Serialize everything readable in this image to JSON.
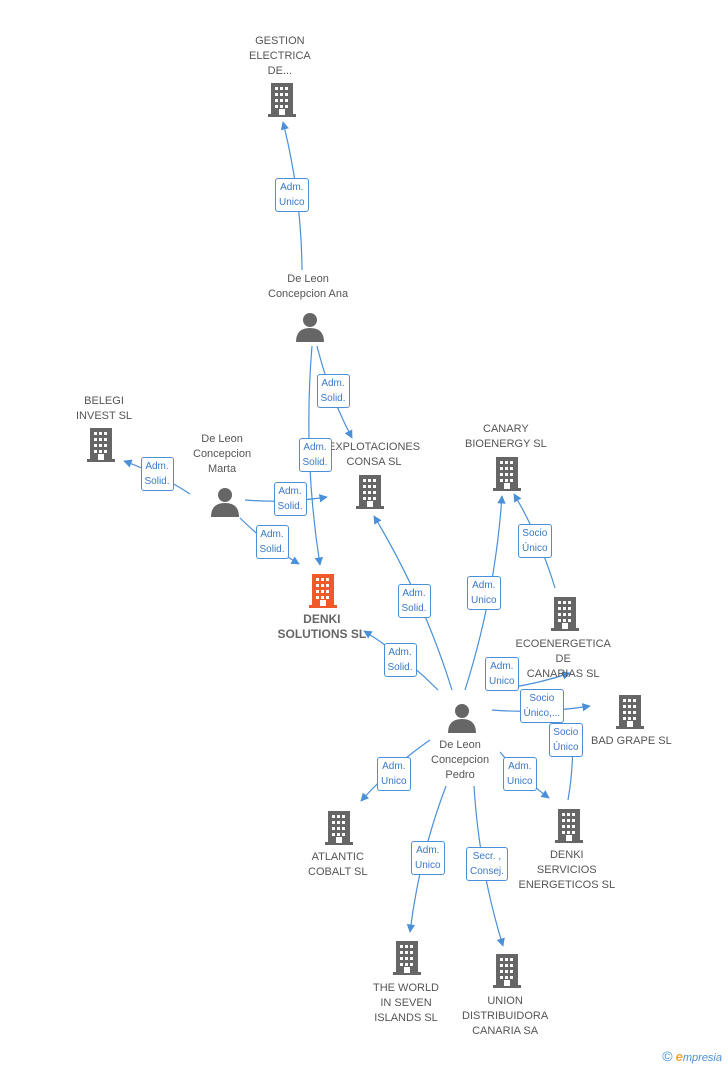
{
  "colors": {
    "edge": "#4a90d9",
    "company": "#666666",
    "focus": "#f05a28",
    "person": "#666666"
  },
  "nodes": [
    {
      "id": "gestion",
      "type": "company",
      "label": "GESTION\nELECTRICA\nDE..."
    },
    {
      "id": "ana",
      "type": "person",
      "label": "De Leon\nConcepcion Ana"
    },
    {
      "id": "belegi",
      "type": "company",
      "label": "BELEGI\nINVEST SL"
    },
    {
      "id": "marta",
      "type": "person",
      "label": "De Leon\nConcepcion\nMarta"
    },
    {
      "id": "explot",
      "type": "company",
      "label": "EXPLOTACIONES\nCONSA SL"
    },
    {
      "id": "canary",
      "type": "company",
      "label": "CANARY\nBIOENERGY SL"
    },
    {
      "id": "denki",
      "type": "focus",
      "label": "DENKI\nSOLUTIONS SL"
    },
    {
      "id": "ecoen",
      "type": "company",
      "label": "ECOENERGETICA\nDE\nCANARIAS SL"
    },
    {
      "id": "badgrape",
      "type": "company",
      "label": "BAD GRAPE SL"
    },
    {
      "id": "pedro",
      "type": "person",
      "label": "De Leon\nConcepcion\nPedro"
    },
    {
      "id": "atlantic",
      "type": "company",
      "label": "ATLANTIC\nCOBALT SL"
    },
    {
      "id": "denkiserv",
      "type": "company",
      "label": "DENKI\nSERVICIOS\nENERGETICOS SL"
    },
    {
      "id": "world",
      "type": "company",
      "label": "THE WORLD\nIN SEVEN\nISLANDS SL"
    },
    {
      "id": "union",
      "type": "company",
      "label": "UNION\nDISTRIBUIDORA\nCANARIA SA"
    }
  ],
  "edges": [
    {
      "from": "ana",
      "to": "gestion",
      "label": "Adm.\nUnico"
    },
    {
      "from": "ana",
      "to": "explot",
      "label": "Adm.\nSolid."
    },
    {
      "from": "ana",
      "to": "denki",
      "label": "Adm.\nSolid."
    },
    {
      "from": "marta",
      "to": "belegi",
      "label": "Adm.\nSolid."
    },
    {
      "from": "marta",
      "to": "explot",
      "label": "Adm.\nSolid."
    },
    {
      "from": "marta",
      "to": "denki",
      "label": "Adm.\nSolid."
    },
    {
      "from": "pedro",
      "to": "explot",
      "label": "Adm.\nSolid."
    },
    {
      "from": "pedro",
      "to": "denki",
      "label": "Adm.\nSolid."
    },
    {
      "from": "pedro",
      "to": "canary",
      "label": "Adm.\nUnico"
    },
    {
      "from": "ecoen",
      "to": "canary",
      "label": "Socio\nÚnico"
    },
    {
      "from": "pedro",
      "to": "ecoen",
      "label": "Adm.\nUnico"
    },
    {
      "from": "pedro",
      "to": "badgrape",
      "label": "Socio\nÚnico,..."
    },
    {
      "from": "denkiserv",
      "to": "badgrape",
      "label": "Socio\nÚnico"
    },
    {
      "from": "pedro",
      "to": "denkiserv",
      "label": "Adm.\nUnico"
    },
    {
      "from": "pedro",
      "to": "atlantic",
      "label": "Adm.\nUnico"
    },
    {
      "from": "pedro",
      "to": "world",
      "label": "Adm.\nUnico"
    },
    {
      "from": "pedro",
      "to": "union",
      "label": "Secr. ,\nConsej."
    }
  ],
  "brand": {
    "symbol": "©",
    "first": "e",
    "rest": "mpresia"
  }
}
